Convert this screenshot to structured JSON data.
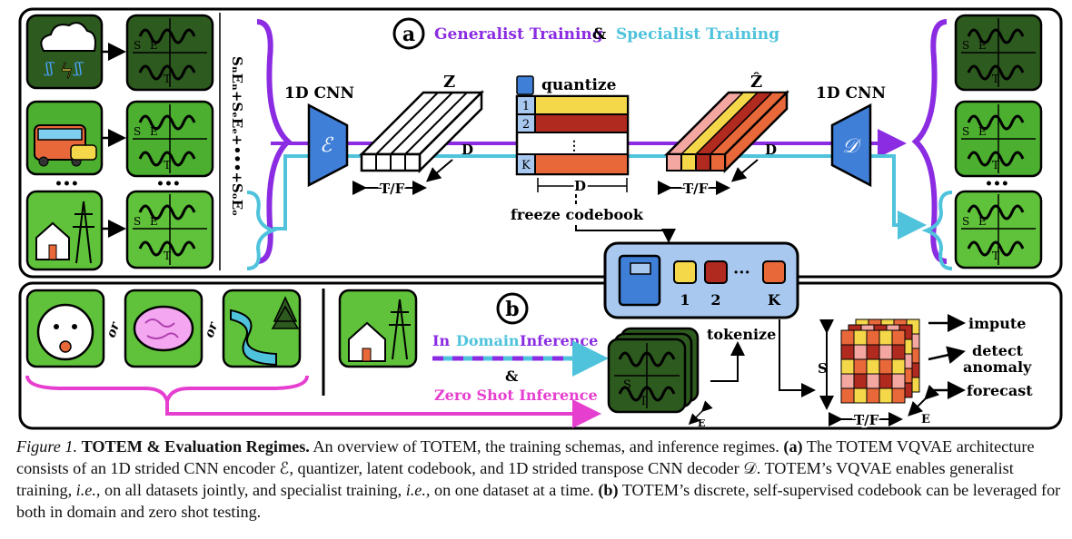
{
  "panel_a": {
    "badge": "a",
    "title_generalist": "Generalist Training",
    "title_amp": "&",
    "title_specialist": "Specialist Training",
    "encoder_title": "1D CNN",
    "encoder_symbol": "ℰ",
    "decoder_title": "1D CNN",
    "decoder_symbol": "𝒟",
    "z_label": "Z",
    "zhat_label": "Ẑ",
    "quantize_label": "quantize",
    "codebook_rows": [
      "1",
      "2",
      "⋮",
      "K"
    ],
    "d_label": "D",
    "tf_label": "T/F",
    "freeze_label": "freeze codebook",
    "sum_label": "SₙEₙ+SₑEₑ+•••+SₒEₒ",
    "dots": "•••",
    "tile_s": "S",
    "tile_e": "E",
    "tile_t": "T"
  },
  "codebook_box": {
    "indices": [
      "1",
      "2",
      "K"
    ],
    "ellipsis": "···"
  },
  "panel_b": {
    "badge": "b",
    "or_labels": [
      "or",
      "or"
    ],
    "in_domain_in": "In",
    "in_domain_domain": "Domain",
    "in_domain_inference": "Inference",
    "amp": "&",
    "zero_shot": "Zero Shot Inference",
    "tokenize": "tokenize",
    "s_label": "S",
    "tf_label": "T/F",
    "e_label": "E",
    "outputs": [
      "impute",
      "detect",
      "anomaly",
      "forecast"
    ]
  },
  "caption": {
    "fig_label": "Figure 1.",
    "title": "TOTEM & Evaluation Regimes.",
    "text1": " An overview of TOTEM, the training schemas, and inference regimes. ",
    "a_tag": "(a)",
    "text2": " The TOTEM VQVAE architecture consists of an 1D strided CNN encoder ℰ, quantizer, latent codebook, and 1D strided transpose CNN decoder 𝒟. TOTEM’s VQVAE enables generalist training, ",
    "ie1": "i.e.,",
    "text3": " on all datasets jointly, and specialist training, ",
    "ie2": "i.e.,",
    "text4": " on one dataset at a time. ",
    "b_tag": "(b)",
    "text5": " TOTEM’s discrete, self-supervised codebook can be leveraged for both in domain and zero shot testing."
  },
  "colors": {
    "purple": "#8b2be2",
    "cyan": "#4fc3dc",
    "magenta": "#e63fd0",
    "dark_green": "#2d5a1e",
    "green": "#4caf2f",
    "light_green": "#5fc23a",
    "blue": "#3f7fd8",
    "codebook_bg": "#a8c8f0",
    "yellow": "#f5d84a",
    "dark_red": "#b02a1f",
    "orange": "#e8683a",
    "pink": "#f4a7a0"
  }
}
